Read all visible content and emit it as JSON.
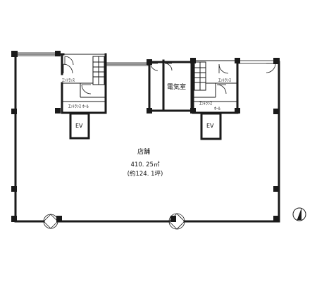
{
  "labels": {
    "entrance_left": "ｴﾝﾄﾗﾝｽ",
    "entrance_hall_left": "ｴﾝﾄﾗﾝｽ ﾎｰﾙ",
    "ev_left": "EV",
    "electric_room": "電気室",
    "entrance_right": "ｴﾝﾄﾗﾝｽ",
    "entrance_hall_right_1": "ｴﾝﾄﾗﾝｽ",
    "entrance_hall_right_2": "ﾎｰﾙ",
    "ev_right": "EV"
  },
  "shop": {
    "name": "店舗",
    "area": "410. 25㎡",
    "tsubo": "(約124. 1坪)"
  },
  "north_arrow": "north-arrow"
}
